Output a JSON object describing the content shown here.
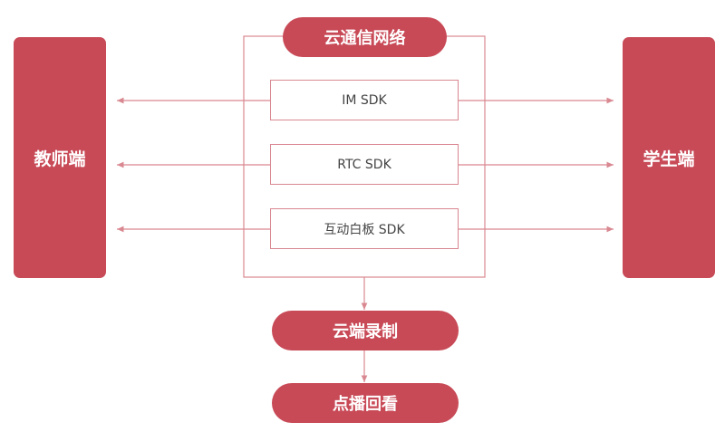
{
  "nodes": {
    "teacher": "教师端",
    "student": "学生端",
    "cloud_network": "云通信网络",
    "sdks": [
      "IM SDK",
      "RTC SDK",
      "互动白板 SDK"
    ],
    "cloud_recording": "云端录制",
    "playback": "点播回看"
  },
  "colors": {
    "accent": "#c84a57",
    "line": "#d98891",
    "sdk_text": "#444444"
  }
}
